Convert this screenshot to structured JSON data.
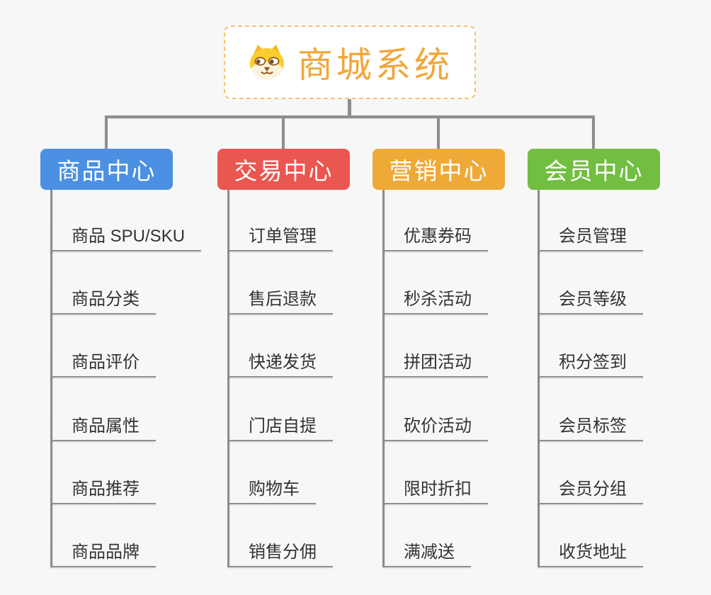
{
  "app": {
    "type": "mind-map-diagram",
    "background_color": "#F7F7F8",
    "connector_color": "#8E8E8E"
  },
  "root": {
    "title": "商城系统",
    "icon": "dog-face-icon",
    "text_color": "#F0A73C",
    "border_color": "#F5C274",
    "fill_color": "#FFFFFF"
  },
  "branches": [
    {
      "label": "商品中心",
      "color": "#4B90E2",
      "children": [
        "商品 SPU/SKU",
        "商品分类",
        "商品评价",
        "商品属性",
        "商品推荐",
        "商品品牌"
      ]
    },
    {
      "label": "交易中心",
      "color": "#EA5750",
      "children": [
        "订单管理",
        "售后退款",
        "快递发货",
        "门店自提",
        "购物车",
        "销售分佣"
      ]
    },
    {
      "label": "营销中心",
      "color": "#EFA937",
      "children": [
        "优惠券码",
        "秒杀活动",
        "拼团活动",
        "砍价活动",
        "限时折扣",
        "满减送"
      ]
    },
    {
      "label": "会员中心",
      "color": "#72BE41",
      "children": [
        "会员管理",
        "会员等级",
        "积分签到",
        "会员标签",
        "会员分组",
        "收货地址"
      ]
    }
  ]
}
